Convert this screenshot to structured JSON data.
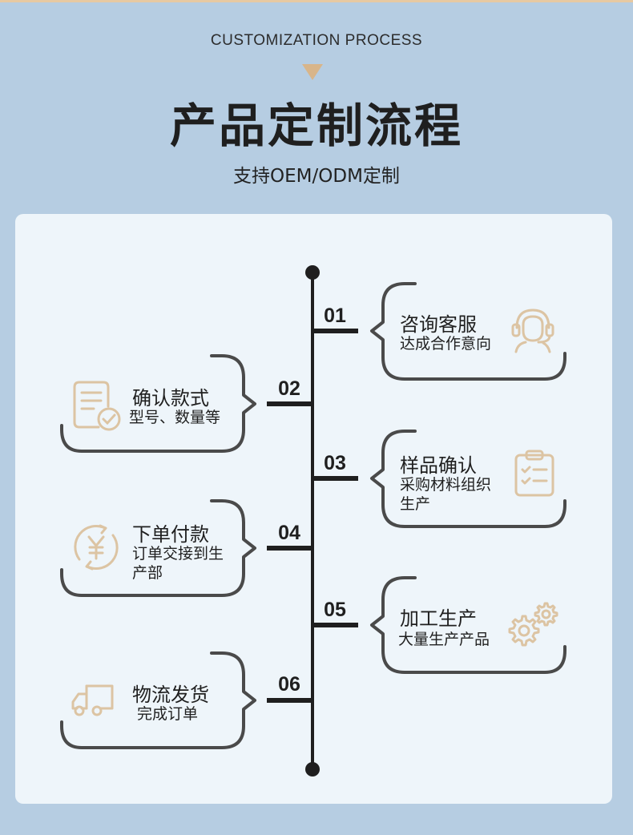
{
  "header": {
    "subtitle_en": "CUSTOMIZATION PROCESS",
    "title": "产品定制流程",
    "tagline": "支持OEM/ODM定制"
  },
  "colors": {
    "background": "#b6cde2",
    "panel": "#eef5fa",
    "accent": "#d8b58a",
    "line": "#1f1f1f"
  },
  "steps": [
    {
      "num": "01",
      "title": "咨询客服",
      "desc": "达成合作意向",
      "icon": "headset-agent-icon"
    },
    {
      "num": "02",
      "title": "确认款式",
      "desc": "型号、数量等",
      "icon": "document-check-icon"
    },
    {
      "num": "03",
      "title": "样品确认",
      "desc": "采购材料组织生产",
      "icon": "clipboard-check-icon"
    },
    {
      "num": "04",
      "title": "下单付款",
      "desc": "订单交接到生产部",
      "icon": "yen-coin-icon"
    },
    {
      "num": "05",
      "title": "加工生产",
      "desc": "大量生产产品",
      "icon": "gears-icon"
    },
    {
      "num": "06",
      "title": "物流发货",
      "desc": "完成订单",
      "icon": "truck-icon"
    }
  ]
}
